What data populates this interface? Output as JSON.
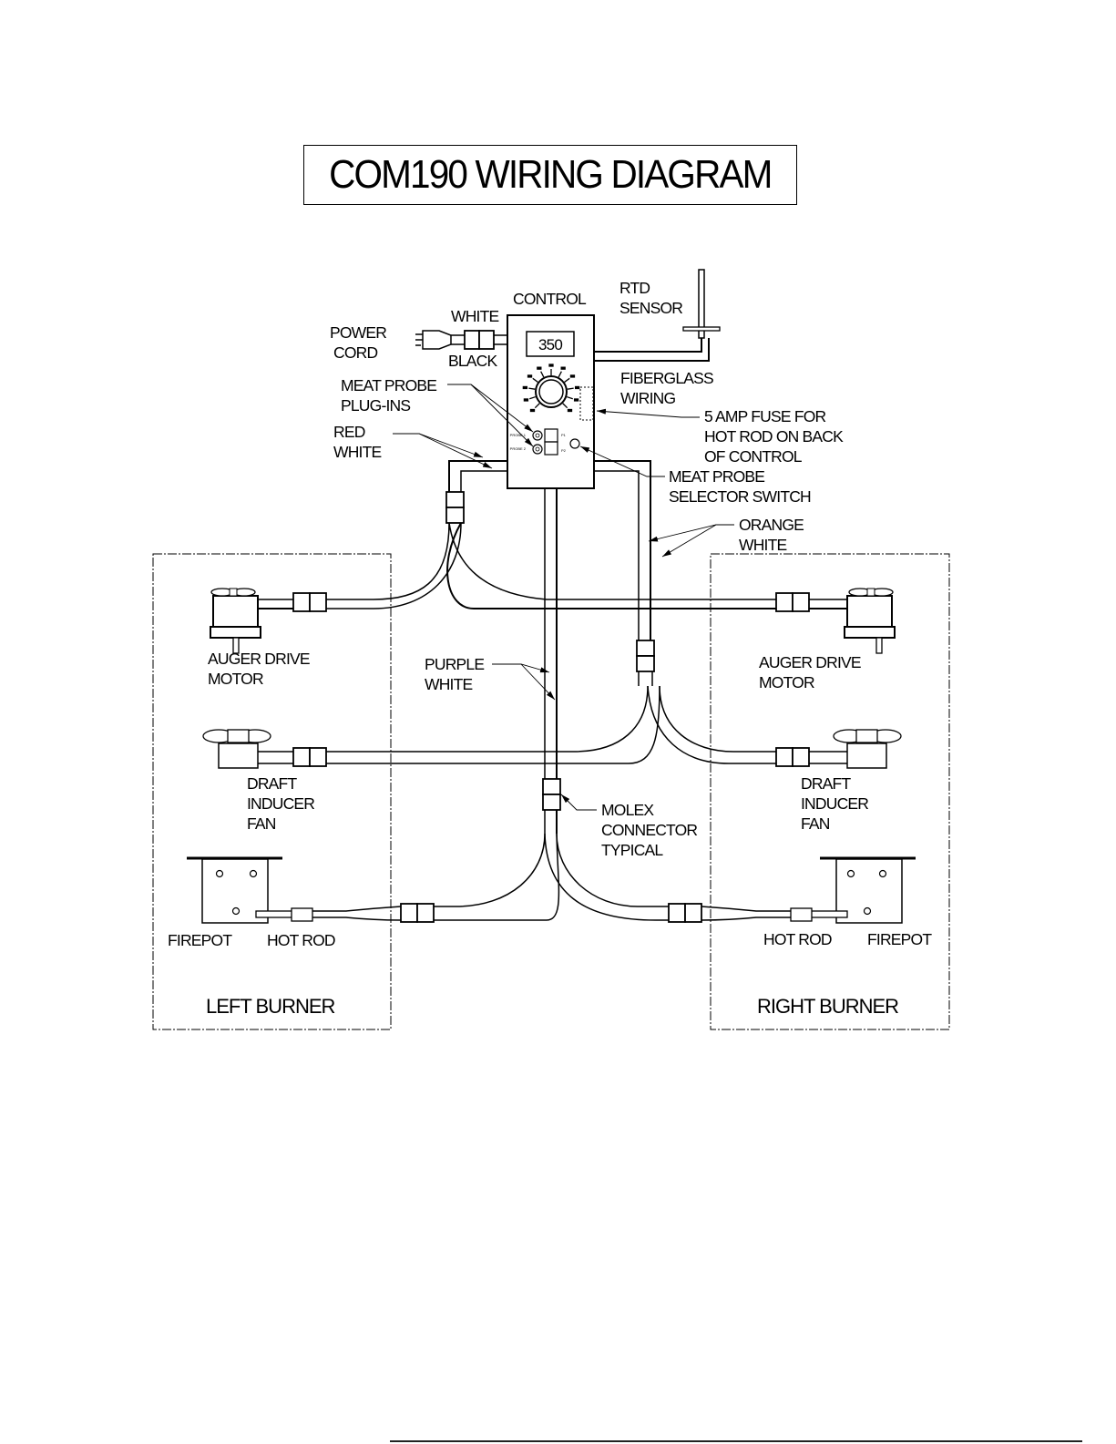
{
  "title": "COM190 WIRING DIAGRAM",
  "control": {
    "label": "CONTROL",
    "display_value": "350",
    "probe_1": "PROBE 1",
    "probe_2": "PROBE 2",
    "switch_top": "P1",
    "switch_bottom": "P2"
  },
  "labels": {
    "power_cord_1": "POWER",
    "power_cord_2": "CORD",
    "white_top": "WHITE",
    "black": "BLACK",
    "rtd_1": "RTD",
    "rtd_2": "SENSOR",
    "meat_probe_plugins_1": "MEAT PROBE",
    "meat_probe_plugins_2": "PLUG-INS",
    "fiberglass_1": "FIBERGLASS",
    "fiberglass_2": "WIRING",
    "fuse_1": "5 AMP FUSE FOR",
    "fuse_2": "HOT ROD ON BACK",
    "fuse_3": "OF CONTROL",
    "red_white_1": "RED",
    "red_white_2": "WHITE",
    "selector_1": "MEAT PROBE",
    "selector_2": "SELECTOR SWITCH",
    "orange_white_1": "ORANGE",
    "orange_white_2": "WHITE",
    "purple_white_1": "PURPLE",
    "purple_white_2": "WHITE",
    "molex_1": "MOLEX",
    "molex_2": "CONNECTOR",
    "molex_3": "TYPICAL"
  },
  "left_burner": {
    "title": "LEFT BURNER",
    "auger_1": "AUGER DRIVE",
    "auger_2": "MOTOR",
    "draft_1": "DRAFT",
    "draft_2": "INDUCER",
    "draft_3": "FAN",
    "firepot": "FIREPOT",
    "hot_rod": "HOT ROD"
  },
  "right_burner": {
    "title": "RIGHT BURNER",
    "auger_1": "AUGER DRIVE",
    "auger_2": "MOTOR",
    "draft_1": "DRAFT",
    "draft_2": "INDUCER",
    "draft_3": "FAN",
    "firepot": "FIREPOT",
    "hot_rod": "HOT ROD"
  }
}
